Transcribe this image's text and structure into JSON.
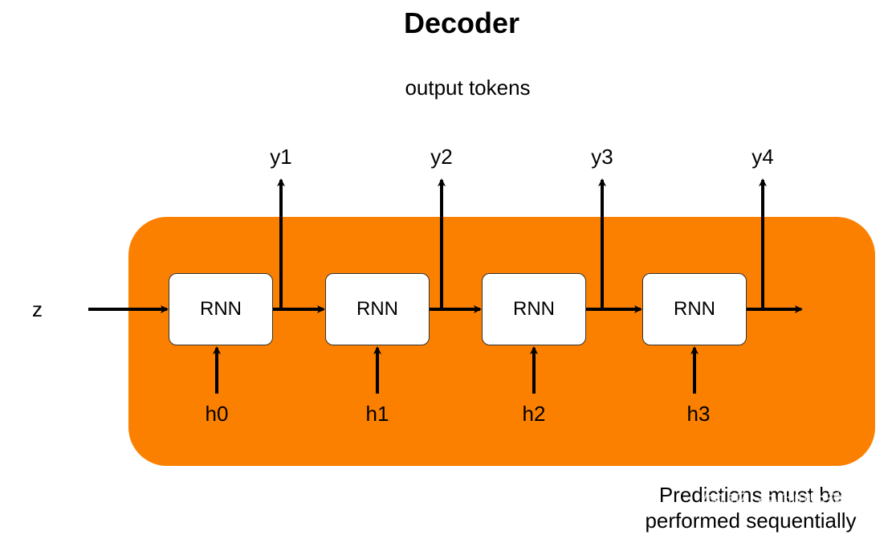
{
  "title": "Decoder",
  "subtitle": "output tokens",
  "input_label": "z",
  "cells": [
    {
      "label": "RNN",
      "output": "y1",
      "hidden": "h0"
    },
    {
      "label": "RNN",
      "output": "y2",
      "hidden": "h1"
    },
    {
      "label": "RNN",
      "output": "y3",
      "hidden": "h2"
    },
    {
      "label": "RNN",
      "output": "y4",
      "hidden": "h3"
    }
  ],
  "note": "Predictions must be performed sequentially",
  "watermark": "知乎 @咖啡猫",
  "colors": {
    "panel": "#fb8000",
    "box": "#ffffff",
    "arrow": "#000000"
  }
}
